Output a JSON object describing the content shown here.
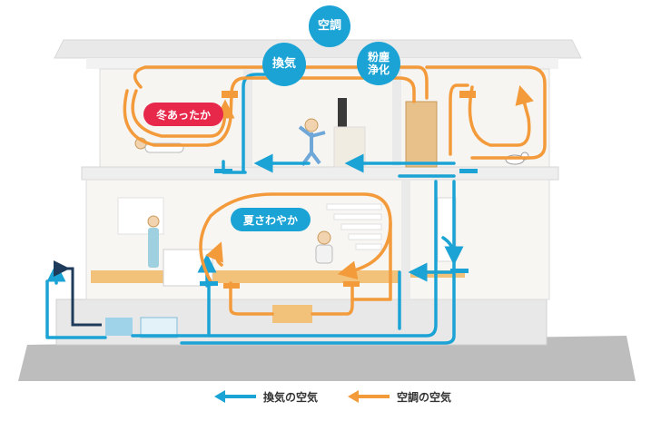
{
  "bubbles": {
    "aircon": "空調",
    "ventilation": "換気",
    "purification": "粉塵\n浄化"
  },
  "labels": {
    "winter": "冬あったか",
    "summer": "夏さわやか"
  },
  "legend": {
    "ventilation_air": "換気の空気",
    "aircon_air": "空調の空気"
  },
  "colors": {
    "ventilation": "#1aa3d4",
    "aircon": "#f39a3b",
    "winter_badge": "#e8284b",
    "summer_badge": "#1aa3d4",
    "outdoor_intake": "#1f3b5c"
  }
}
